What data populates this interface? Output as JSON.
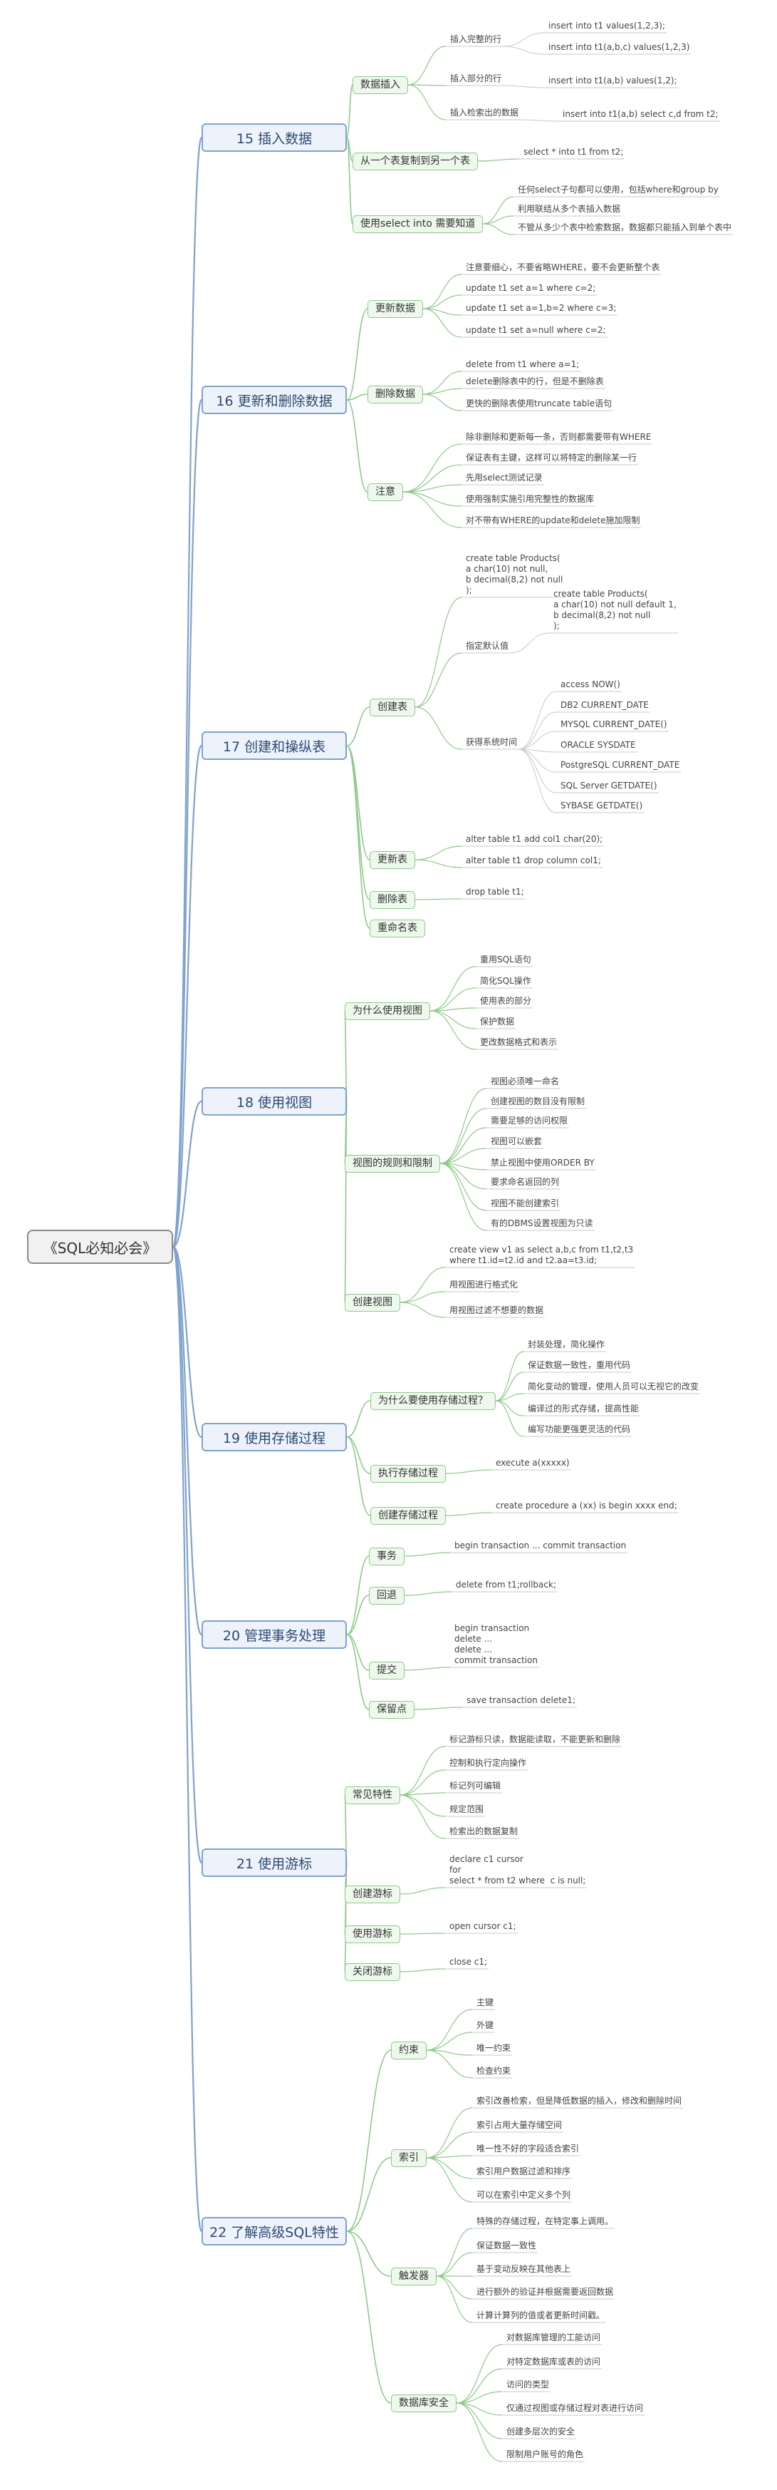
{
  "title": "《SQL必知必会》",
  "chapters": [
    {
      "label": "15 插入数据",
      "sections": [
        {
          "label": "数据插入",
          "items": [
            {
              "label": "插入完整的行",
              "items": [
                "insert into t1 values(1,2,3);",
                "insert into t1(a,b,c) values(1,2,3)"
              ]
            },
            {
              "label": "插入部分的行",
              "items": [
                "insert into t1(a,b) values(1,2);"
              ]
            },
            {
              "label": "插入检索出的数据",
              "items": [
                "insert into t1(a,b) select c,d from t2;"
              ]
            }
          ]
        },
        {
          "label": "从一个表复制到另一个表",
          "items": [
            "select * into t1 from t2;"
          ]
        },
        {
          "label": "使用select into 需要知道",
          "items": [
            "任何select子句都可以使用，包括where和group by",
            "利用联结从多个表插入数据",
            "不管从多少个表中检索数据，数据都只能插入到单个表中"
          ]
        }
      ]
    },
    {
      "label": "16 更新和删除数据",
      "sections": [
        {
          "label": "更新数据",
          "items": [
            "注意要细心，不要省略WHERE，要不会更新整个表",
            "update t1 set a=1 where c=2;",
            "update t1 set a=1,b=2 where c=3;",
            "update t1 set a=null where c=2;"
          ]
        },
        {
          "label": "删除数据",
          "items": [
            "delete from t1 where a=1;",
            "delete删除表中的行，但是不删除表",
            "更快的删除表使用truncate table语句"
          ]
        },
        {
          "label": "注意",
          "items": [
            "除非删除和更新每一条，否则都需要带有WHERE",
            "保证表有主键，这样可以将特定的删除某一行",
            "先用select测试记录",
            "使用强制实施引用完整性的数据库",
            "对不带有WHERE的update和delete施加限制"
          ]
        }
      ]
    },
    {
      "label": "17 创建和操纵表",
      "sections": [
        {
          "label": "创建表",
          "items": [
            {
              "label": "create table Products(\na char(10) not null,\nb decimal(8,2) not null\n);"
            },
            {
              "label": "指定默认值",
              "items": [
                "create table Products(\na char(10) not null default 1,\nb decimal(8,2) not null\n);"
              ]
            },
            {
              "label": "获得系统时间",
              "items": [
                "access NOW()",
                "DB2 CURRENT_DATE",
                "MYSQL CURRENT_DATE()",
                "ORACLE SYSDATE",
                "PostgreSQL CURRENT_DATE",
                "SQL Server GETDATE()",
                "SYBASE GETDATE()"
              ]
            }
          ]
        },
        {
          "label": "更新表",
          "items": [
            "alter table t1 add col1 char(20);",
            "alter table t1 drop column col1;"
          ]
        },
        {
          "label": "删除表",
          "items": [
            "drop table t1;"
          ]
        },
        {
          "label": "重命名表",
          "items": []
        }
      ]
    },
    {
      "label": "18 使用视图",
      "sections": [
        {
          "label": "为什么使用视图",
          "items": [
            "重用SQL语句",
            "简化SQL操作",
            "使用表的部分",
            "保护数据",
            "更改数据格式和表示"
          ]
        },
        {
          "label": "视图的规则和限制",
          "items": [
            "视图必须唯一命名",
            "创建视图的数目没有限制",
            "需要足够的访问权限",
            "视图可以嵌套",
            "禁止视图中使用ORDER BY",
            "要求命名返回的列",
            "视图不能创建索引",
            "有的DBMS设置视图为只读"
          ]
        },
        {
          "label": "创建视图",
          "items": [
            "create view v1 as select a,b,c from t1,t2,t3\nwhere t1.id=t2.id and t2.aa=t3.id;",
            "用视图进行格式化",
            "用视图过滤不想要的数据"
          ]
        }
      ]
    },
    {
      "label": "19 使用存储过程",
      "sections": [
        {
          "label": "为什么要使用存储过程？",
          "items": [
            "封装处理，简化操作",
            "保证数据一致性，重用代码",
            "简化变动的管理，使用人员可以无视它的改变",
            "编译过的形式存储，提高性能",
            "编写功能更强更灵活的代码"
          ]
        },
        {
          "label": "执行存储过程",
          "items": [
            "execute a(xxxxx)"
          ]
        },
        {
          "label": "创建存储过程",
          "items": [
            "create procedure a (xx) is begin xxxx end;"
          ]
        }
      ]
    },
    {
      "label": "20 管理事务处理",
      "sections": [
        {
          "label": "事务",
          "items": [
            "begin transaction ... commit transaction"
          ]
        },
        {
          "label": "回退",
          "items": [
            "delete from t1;rollback;"
          ]
        },
        {
          "label": "提交",
          "items": [
            "begin transaction\ndelete ...\ndelete ...\ncommit transaction"
          ]
        },
        {
          "label": "保留点",
          "items": [
            "save transaction delete1;"
          ]
        }
      ]
    },
    {
      "label": "21 使用游标",
      "sections": [
        {
          "label": "常见特性",
          "items": [
            "标记游标只读，数据能读取，不能更新和删除",
            "控制和执行定向操作",
            "标记列可编辑",
            "规定范围",
            "检索出的数据复制"
          ]
        },
        {
          "label": "创建游标",
          "items": [
            "declare c1 cursor\nfor\nselect * from t2 where  c is null;"
          ]
        },
        {
          "label": "使用游标",
          "items": [
            "open cursor c1;"
          ]
        },
        {
          "label": "关闭游标",
          "items": [
            "close c1;"
          ]
        }
      ]
    },
    {
      "label": "22 了解高级SQL特性",
      "sections": [
        {
          "label": "约束",
          "items": [
            "主键",
            "外键",
            "唯一约束",
            "检查约束"
          ]
        },
        {
          "label": "索引",
          "items": [
            "索引改善检索，但是降低数据的插入，修改和删除时间",
            "索引占用大量存储空间",
            "唯一性不好的字段适合索引",
            "索引用户数据过滤和排序",
            "可以在索引中定义多个列"
          ]
        },
        {
          "label": "触发器",
          "items": [
            "特殊的存储过程，在特定事上调用。",
            "保证数据一致性",
            "基于变动反映在其他表上",
            "进行额外的验证并根据需要返回数据",
            "计算计算列的值或者更新时间戳。"
          ]
        },
        {
          "label": "数据库安全",
          "items": [
            "对数据库管理的工能访问",
            "对特定数据库或表的访问",
            "访问的类型",
            "仅通过视图或存储过程对表进行访问",
            "创建多层次的安全",
            "限制用户账号的角色"
          ]
        }
      ]
    }
  ],
  "colors": {
    "root_border": "#8a8a8a",
    "chapter_border": "#7fa2cf",
    "chapter_fill": "#eef3fb",
    "section_border": "#8fc98a",
    "section_fill": "#eef8ec",
    "line_main": "#7fa2cf",
    "line_sub": "#8fc98a",
    "underline": "#c9c9c9"
  }
}
